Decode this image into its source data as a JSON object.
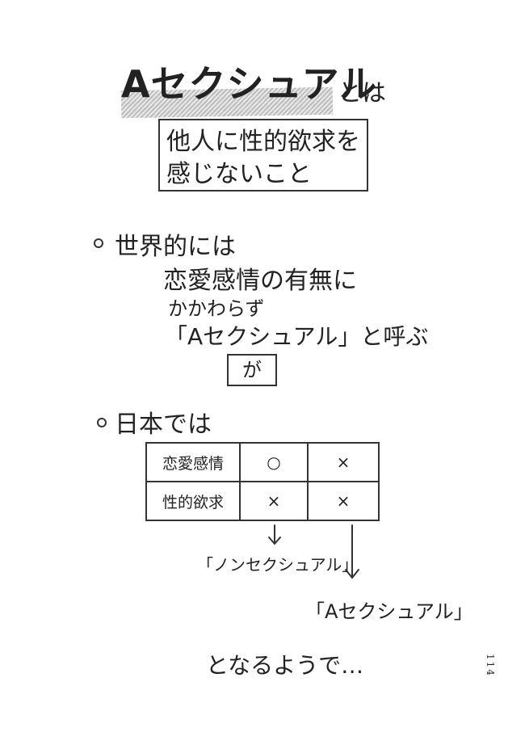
{
  "heading": {
    "main": "Aセクシュアル",
    "suffix": "とは"
  },
  "definition": {
    "line1": "他人に性的欲求を",
    "line2": "感じないこと"
  },
  "worldwide": {
    "title": "世界的には",
    "line1": "恋愛感情の有無に",
    "line2": "かかわらず",
    "line3": "「Aセクシュアル」と呼ぶ"
  },
  "conjunction": "が",
  "japan": {
    "title": "日本では"
  },
  "table": {
    "rows": [
      {
        "label": "恋愛感情",
        "col1": "○",
        "col2": "×"
      },
      {
        "label": "性的欲求",
        "col1": "×",
        "col2": "×"
      }
    ]
  },
  "results": {
    "col1": "「ノンセクシュアル」",
    "col2": "「Aセクシュアル」"
  },
  "closing": "となるようで…",
  "page_number": "114",
  "colors": {
    "ink": "#222222",
    "highlight": "#bdbdbd",
    "background": "#ffffff"
  }
}
